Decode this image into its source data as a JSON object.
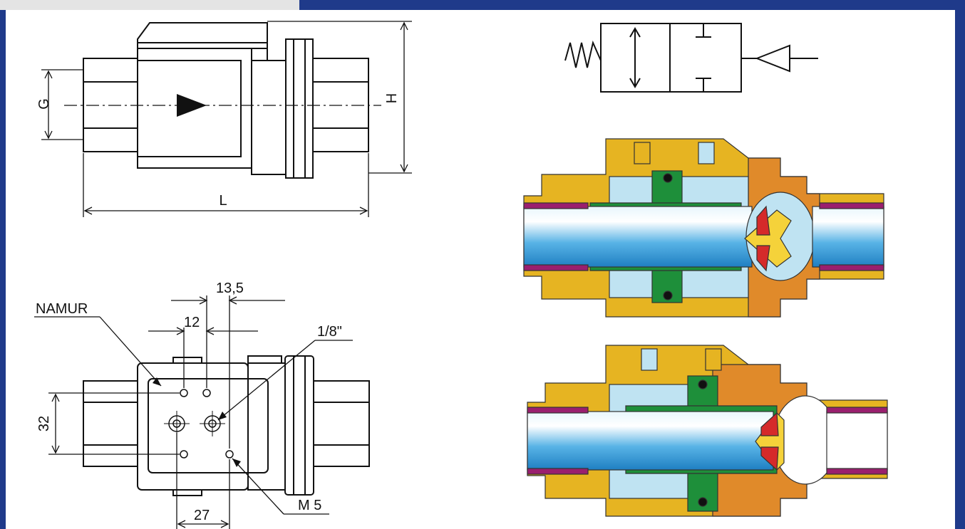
{
  "labels": {
    "g": "G",
    "h": "H",
    "l": "L",
    "namur": "NAMUR",
    "dim_13_5": "13,5",
    "dim_12": "12",
    "thread_1_8": "1/8\"",
    "dim_32": "32",
    "dim_27": "27",
    "m5": "M 5"
  },
  "colors": {
    "frame_blue": "#1f3a8a",
    "body_yellow": "#e6b422",
    "body_orange": "#e08a2a",
    "piston_green": "#1e8f3a",
    "pipe_blue": "#58b3e6",
    "seal_magenta": "#9a1f6e",
    "vane_red": "#d52a2a",
    "vane_yellow": "#f5d23a",
    "chamber_light": "#bfe3f2",
    "line_black": "#111111"
  }
}
